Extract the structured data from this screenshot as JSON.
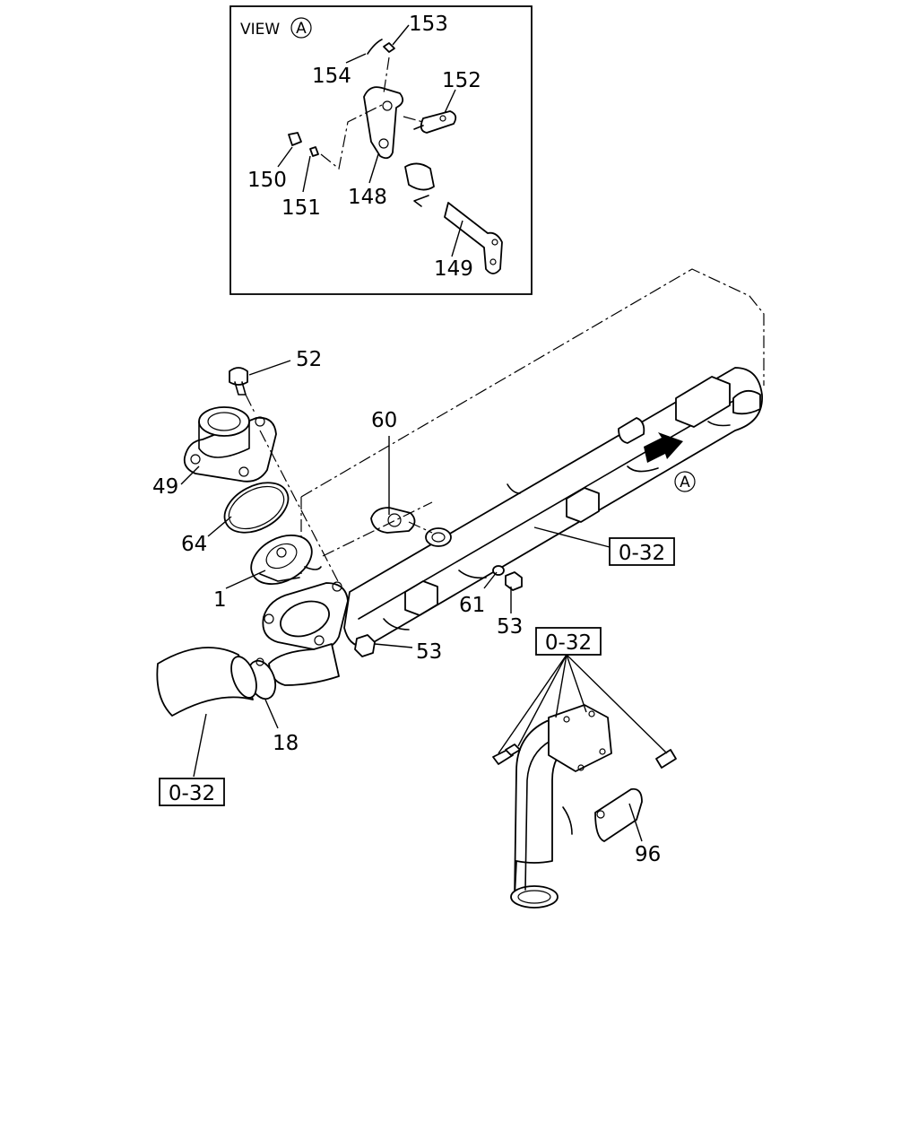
{
  "view_box": {
    "title": "VIEW",
    "circle_letter": "A",
    "labels": [
      "153",
      "154",
      "152",
      "150",
      "151",
      "148",
      "149"
    ]
  },
  "main_labels": {
    "l52": "52",
    "l60": "60",
    "l49": "49",
    "l64": "64",
    "l1": "1",
    "l61": "61",
    "l53a": "53",
    "l53b": "53",
    "l18": "18",
    "l96": "96",
    "view_ref_letter": "A"
  },
  "ref_boxes": {
    "r1": "0-32",
    "r2": "0-32",
    "r3": "0-32"
  }
}
